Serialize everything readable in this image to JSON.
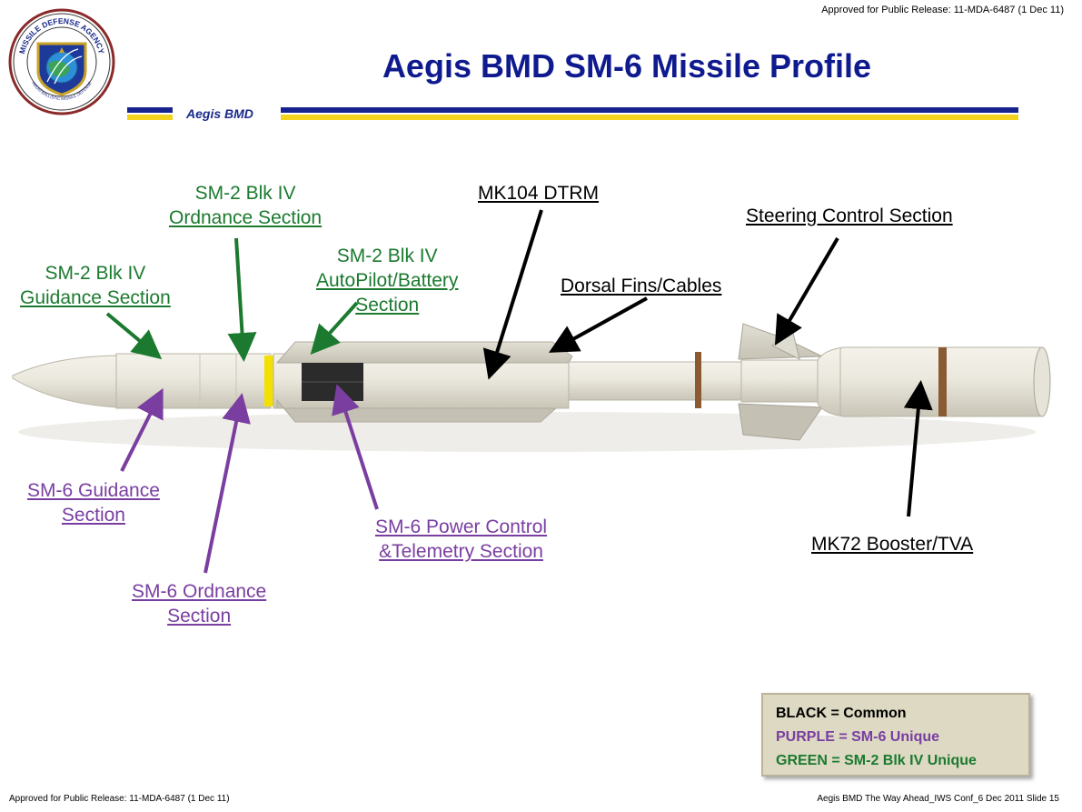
{
  "approval_top": "Approved for Public Release: 11-MDA-6487 (1 Dec 11)",
  "approval_bottom": "Approved for Public Release: 11-MDA-6487 (1 Dec 11)",
  "footer_right": "Aegis BMD The Way Ahead_IWS Conf_6 Dec 2011   Slide 15",
  "title": "Aegis BMD SM-6 Missile Profile",
  "banner_label": "Aegis BMD",
  "logo": {
    "ring_text_top": "MISSILE DEFENSE AGENCY",
    "ring_text_bottom": "AEGIS BALLISTIC MISSILE DEFENSE"
  },
  "labels": {
    "sm2_guidance": [
      "SM-2 Blk IV",
      "Guidance Section"
    ],
    "sm2_ordnance": [
      "SM-2 Blk IV",
      "Ordnance Section"
    ],
    "sm2_autopilot": [
      "SM-2 Blk IV",
      "AutoPilot/Battery",
      "Section"
    ],
    "mk104": [
      "MK104 DTRM"
    ],
    "dorsal": [
      "Dorsal Fins/Cables"
    ],
    "steering": [
      "Steering Control Section"
    ],
    "sm6_guidance": [
      "SM-6 Guidance",
      "Section"
    ],
    "sm6_ordnance": [
      "SM-6 Ordnance",
      "Section"
    ],
    "sm6_power": [
      "SM-6 Power Control",
      "&Telemetry Section"
    ],
    "mk72": [
      "MK72 Booster/TVA"
    ]
  },
  "legend": {
    "black": "BLACK = Common",
    "purple": "PURPLE = SM-6 Unique",
    "green": "GREEN = SM-2 Blk IV Unique"
  },
  "colors": {
    "green": "#1b7a2f",
    "purple": "#7a3ea1",
    "black": "#000000",
    "title_blue": "#0f1a8f"
  }
}
